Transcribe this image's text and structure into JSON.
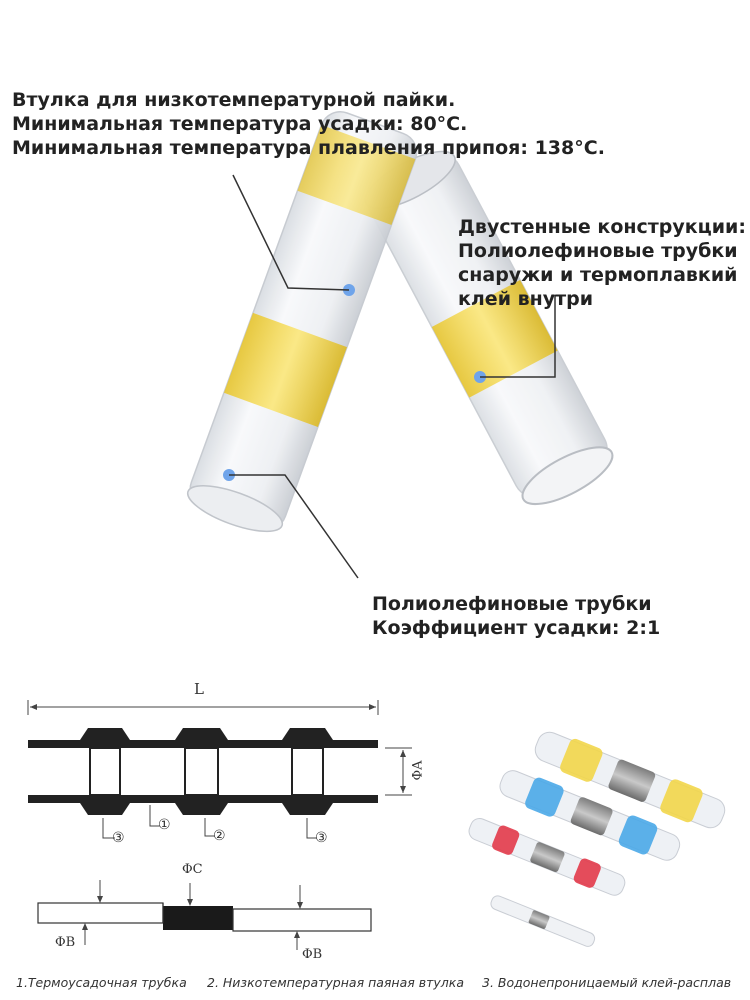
{
  "callouts": {
    "top": [
      "Втулка для низкотемпературной пайки.",
      "Минимальная температура усадки: 80°C.",
      "Минимальная температура плавления припоя: 138°C."
    ],
    "right": [
      "Двустенные конструкции:",
      "Полиолефиновые трубки",
      "снаружи и термоплавкий",
      "клей внутри"
    ],
    "bottom": [
      "Полиолефиновые трубки",
      "Коэффициент усадки: 2:1"
    ]
  },
  "diagram": {
    "length_label": "L",
    "diameter_a_label": "ΦA",
    "diameter_b_label": "ΦB",
    "diameter_c_label": "ΦC",
    "markers": [
      "③",
      "①",
      "②",
      "③"
    ]
  },
  "legend": {
    "item1": "1.Термоусадочная трубка",
    "item2": "2. Низкотемпературная паяная втулка",
    "item3": "3. Водонепроницаемый клей-расплав"
  },
  "colors": {
    "yellow": "#f2d64a",
    "blue": "#4aa8e8",
    "red": "#e23a4a",
    "dot": "#6fa4ea"
  }
}
